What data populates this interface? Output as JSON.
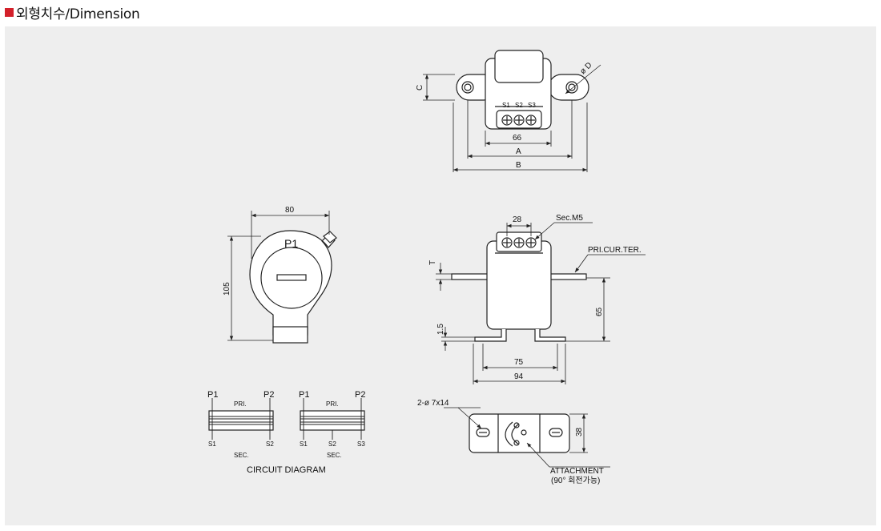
{
  "header": {
    "title": "외형치수/Dimension",
    "accent": "#d3202a"
  },
  "panel": {
    "background": "#eeeeee"
  },
  "top_view": {
    "terminals": [
      "S1",
      "S2",
      "S3"
    ],
    "dims": {
      "c": "C",
      "d": "ø D",
      "span66": "66",
      "a": "A",
      "b": "B"
    }
  },
  "side_view": {
    "w80": "80",
    "h105": "105",
    "p1": "P1"
  },
  "front_view": {
    "w28": "28",
    "sec": "Sec.M5",
    "pri": "PRI.CUR.TER.",
    "t": "T",
    "t15": "1.5",
    "h65": "65",
    "w75": "75",
    "w94": "94"
  },
  "bottom_view": {
    "hole": "2-ø 7x14",
    "h38": "38",
    "attachment": "ATTACHMENT",
    "rotate": "(90° 회전가능)"
  },
  "circuit": {
    "left": {
      "p1": "P1",
      "p2": "P2",
      "pri": "PRI.",
      "s1": "S1",
      "s2": "S2",
      "sec": "SEC."
    },
    "right": {
      "p1": "P1",
      "p2": "P2",
      "pri": "PRI.",
      "s1": "S1",
      "s2": "S2",
      "s3": "S3",
      "sec": "SEC."
    },
    "caption": "CIRCUIT DIAGRAM"
  }
}
